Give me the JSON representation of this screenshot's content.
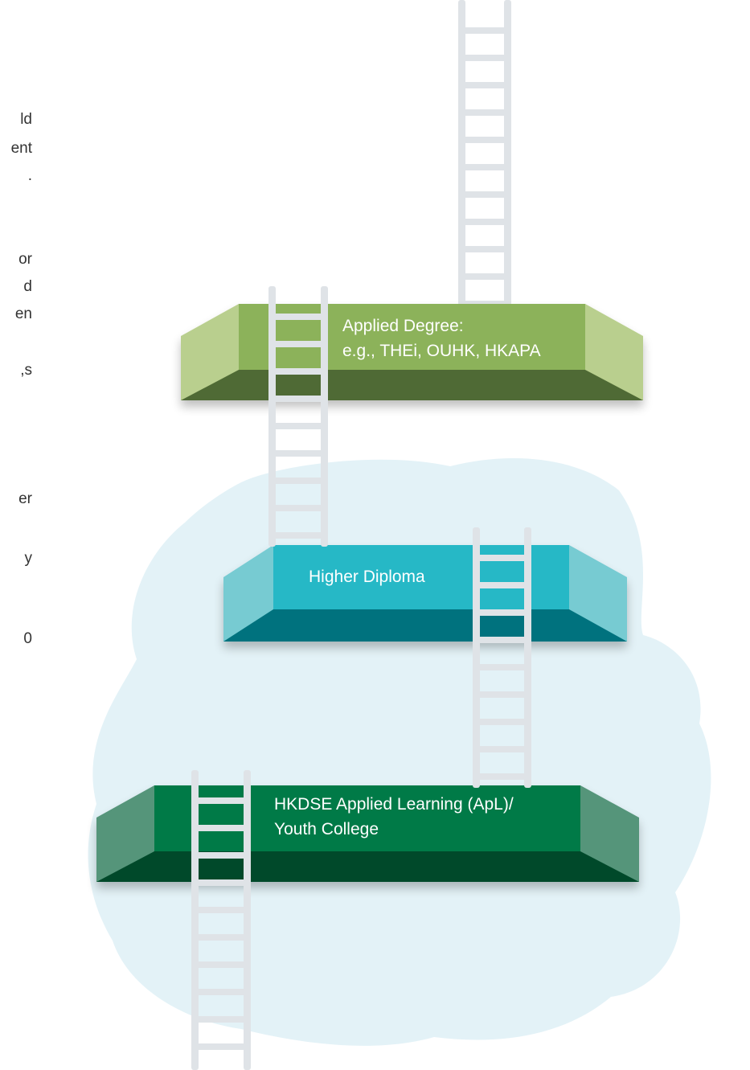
{
  "left_text_fragments": [
    "ld",
    "ent",
    ".",
    "or",
    "d",
    "en",
    "s,",
    "er",
    "y",
    "0"
  ],
  "platforms": {
    "applied_degree": {
      "line1": "Applied Degree:",
      "line2": "e.g., THEi, OUHK, HKAPA"
    },
    "higher_diploma": {
      "line1": "Higher Diploma"
    },
    "apl": {
      "line1": "HKDSE Applied Learning (ApL)/",
      "line2": "Youth College"
    }
  },
  "colors": {
    "cloud": "#e3f2f7",
    "applied_degree_face": "#8cb25a",
    "applied_degree_side": "#b9cf8e",
    "applied_degree_bottom": "#4f6b34",
    "higher_diploma_face": "#26b8c6",
    "higher_diploma_side": "#77cbd2",
    "higher_diploma_bottom": "#00727e",
    "apl_face": "#007a46",
    "apl_side": "#55957a",
    "apl_bottom": "#004a2b",
    "ladder": "#dfe3e7"
  }
}
